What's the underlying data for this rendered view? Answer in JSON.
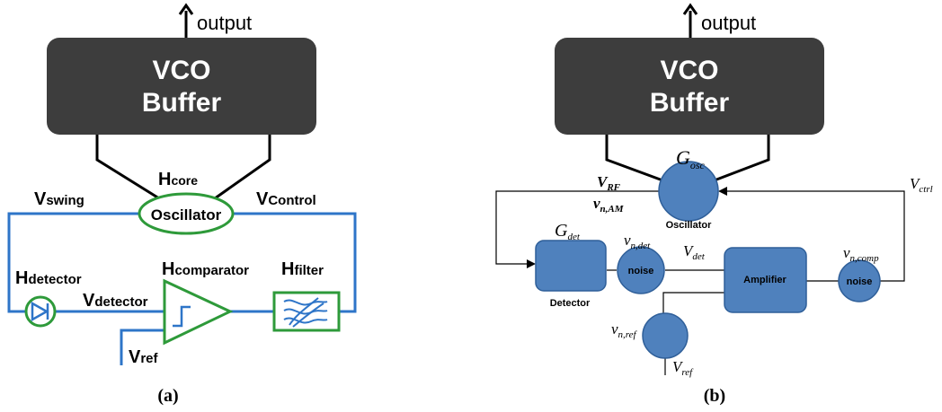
{
  "panel_a": {
    "output_label": "output",
    "buffer_line1": "VCO",
    "buffer_line2": "Buffer",
    "core_main": "H",
    "core_sub": "core",
    "oscillator_label": "Oscillator",
    "vswing_main": "V",
    "vswing_sub": "swing",
    "vcontrol_main": "V",
    "vcontrol_sub": "Control",
    "hdetector_main": "H",
    "hdetector_sub": "detector",
    "vdetector_main": "V",
    "vdetector_sub": "detector",
    "hcomparator_main": "H",
    "hcomparator_sub": "comparator",
    "hfilter_main": "H",
    "hfilter_sub": "filter",
    "vref_main": "V",
    "vref_sub": "ref",
    "caption": "(a)"
  },
  "panel_b": {
    "output_label": "output",
    "buffer_line1": "VCO",
    "buffer_line2": "Buffer",
    "gosc_main": "G",
    "gosc_sub": "osc",
    "vrf_main": "V",
    "vrf_sub": "RF",
    "vnam_main": "v",
    "vnam_sub": "n,AM",
    "oscillator_label": "Oscillator",
    "vctrl_main": "V",
    "vctrl_sub": "ctrl",
    "gdet_main": "G",
    "gdet_sub": "det",
    "vndet_main": "v",
    "vndet_sub": "n,det",
    "vdet_main": "V",
    "vdet_sub": "det",
    "vncomp_main": "v",
    "vncomp_sub": "n,comp",
    "noise_label_1": "noise",
    "noise_label_2": "noise",
    "detector_label": "Detector",
    "amplifier_label": "Amplifier",
    "vnref_main": "v",
    "vnref_sub": "n,ref",
    "vref_main": "V",
    "vref_sub": "ref",
    "caption": "(b)"
  },
  "colors": {
    "buffer_fill": "#3d3d3d",
    "wire_blue": "#2e75c8",
    "component_green": "#2e9a3a",
    "block_blue": "#4f81bd",
    "black": "#000000"
  }
}
